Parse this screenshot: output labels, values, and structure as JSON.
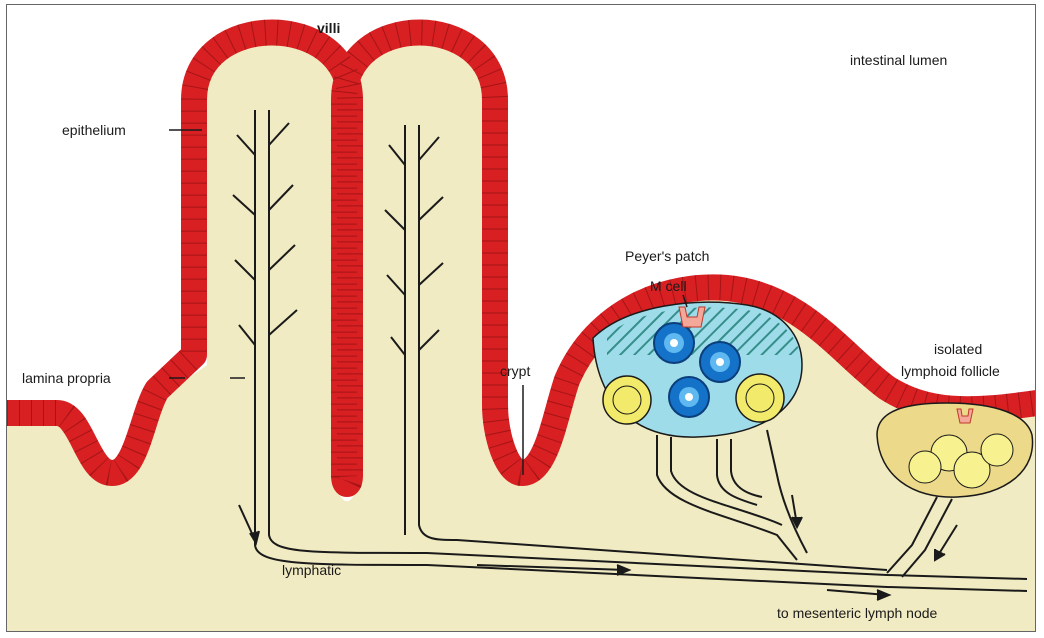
{
  "colors": {
    "lumen": "#ffffff",
    "tissue": "#f1ebc3",
    "epithelium": "#d81f22",
    "epithelium_line": "#7a0c0c",
    "peyer_dome": "#9fdcea",
    "blue_follicle": "#1572c9",
    "yellow_follicle": "#f2ea6a",
    "lymphoid_follicle": "#ecd98a",
    "m_cell": "#f3a89a",
    "vessel": "#1a1a1a"
  },
  "labels": {
    "villi": "villi",
    "intestinal_lumen": "intestinal lumen",
    "epithelium": "epithelium",
    "peyers_patch": "Peyer's patch",
    "m_cell": "M cell",
    "lamina_propria": "lamina propria",
    "crypt": "crypt",
    "isolated_follicle_line1": "isolated",
    "isolated_follicle_line2": "lymphoid follicle",
    "lymphatic": "lymphatic",
    "mesenteric": "to mesenteric lymph node"
  }
}
